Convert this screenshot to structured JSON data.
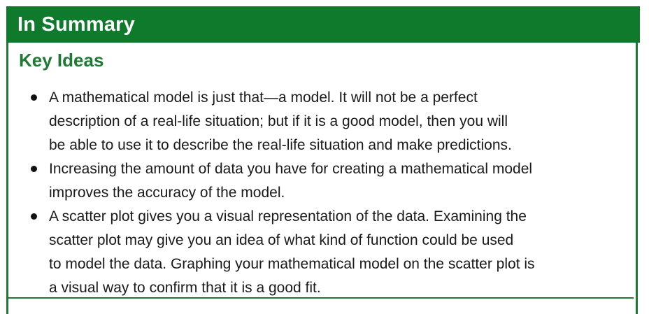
{
  "header": {
    "title": "In Summary"
  },
  "section": {
    "heading": "Key Ideas"
  },
  "key_ideas": [
    {
      "lines": [
        "A mathematical model is just that—a model. It will not be a perfect",
        "description of a real-life situation; but if it is a good model, then you will",
        "be able to use it to describe the real-life situation and make predictions."
      ]
    },
    {
      "lines": [
        "Increasing the amount of data you have for creating a mathematical model",
        "improves the accuracy of the model."
      ]
    },
    {
      "lines": [
        "A scatter plot gives you a visual representation of the data. Examining the",
        "scatter plot may give you an idea of what kind of function could be used",
        "to model the data. Graphing your mathematical model on the scatter plot is",
        "a visual way to confirm that it is a good fit."
      ]
    }
  ],
  "colors": {
    "header_background": "#0f7a2c",
    "heading_text": "#1f7a34",
    "border": "#1e7a2e"
  }
}
